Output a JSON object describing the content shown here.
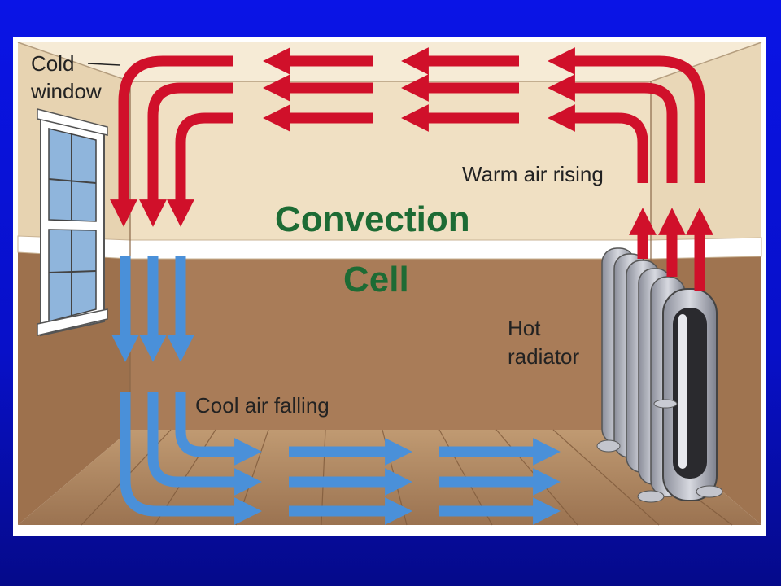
{
  "labels": {
    "cold_window_line1": "Cold",
    "cold_window_line2": "window",
    "warm_air": "Warm air rising",
    "convection_line1": "Convection",
    "convection_line2": "Cell",
    "hot_radiator_line1": "Hot",
    "hot_radiator_line2": "radiator",
    "cool_air": "Cool air falling"
  },
  "colors": {
    "background": "#0a14e6",
    "warm_arrow": "#d0102a",
    "cool_arrow": "#4a90d9",
    "title_text": "#1d6b34",
    "wall": "#efe0c4",
    "lower_wall": "#a97c58",
    "floor": "#b38b66"
  }
}
